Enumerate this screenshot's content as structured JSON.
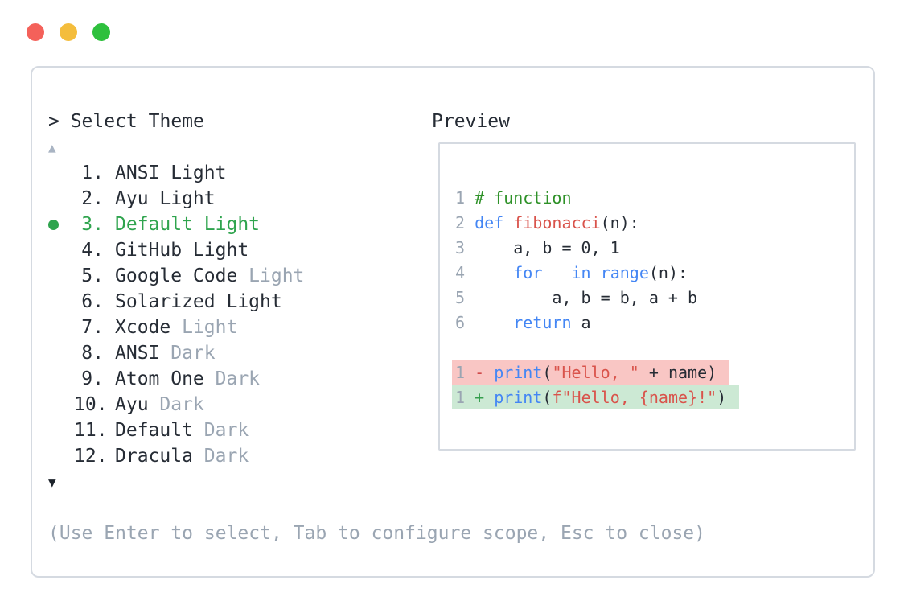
{
  "colors": {
    "text": "#262c35",
    "muted": "#9aa5b2",
    "border": "#d5dae1",
    "accent_green": "#2fa44e",
    "arrow_muted": "#a9b4c3",
    "arrow_dark": "#1d232b",
    "code_keyword": "#4486f4",
    "code_comment": "#2e9128",
    "code_name": "#d9534b",
    "code_string": "#d9534b",
    "diff_removed_bg": "#f9c6c4",
    "diff_added_bg": "#cce9d4",
    "diff_removed_fg": "#d04a4a",
    "diff_added_fg": "#359e4d",
    "traffic_red": "#f4615a",
    "traffic_yellow": "#f4bd3c",
    "traffic_green": "#2ec03d"
  },
  "selector": {
    "prompt": "> Select Theme",
    "scroll_up_icon": "▲",
    "scroll_down_icon": "▼",
    "help_text": "(Use Enter to select, Tab to configure scope, Esc to close)",
    "items": [
      {
        "number": "1.",
        "text": "ANSI Light",
        "muted": "",
        "selected": false
      },
      {
        "number": "2.",
        "text": "Ayu Light",
        "muted": "",
        "selected": false
      },
      {
        "number": "3.",
        "text": "Default Light",
        "muted": "",
        "selected": true
      },
      {
        "number": "4.",
        "text": "GitHub Light",
        "muted": "",
        "selected": false
      },
      {
        "number": "5.",
        "text": "Google Code",
        "muted": "Light",
        "selected": false
      },
      {
        "number": "6.",
        "text": "Solarized Light",
        "muted": "",
        "selected": false
      },
      {
        "number": "7.",
        "text": "Xcode",
        "muted": "Light",
        "selected": false
      },
      {
        "number": "8.",
        "text": "ANSI",
        "muted": "Dark",
        "selected": false
      },
      {
        "number": "9.",
        "text": "Atom One",
        "muted": "Dark",
        "selected": false
      },
      {
        "number": "10.",
        "text": "Ayu",
        "muted": "Dark",
        "selected": false
      },
      {
        "number": "11.",
        "text": "Default",
        "muted": "Dark",
        "selected": false
      },
      {
        "number": "12.",
        "text": "Dracula",
        "muted": "Dark",
        "selected": false
      }
    ]
  },
  "preview": {
    "title": "Preview",
    "lines": [
      {
        "num": "1",
        "sign": "",
        "hl": "",
        "tokens": [
          {
            "t": "# function",
            "c": "com"
          }
        ]
      },
      {
        "num": "2",
        "sign": "",
        "hl": "",
        "tokens": [
          {
            "t": "def ",
            "c": "kw"
          },
          {
            "t": "fibonacci",
            "c": "fn"
          },
          {
            "t": "(n):",
            "c": "pl"
          }
        ]
      },
      {
        "num": "3",
        "sign": "",
        "hl": "",
        "tokens": [
          {
            "t": "    a, b = 0, 1",
            "c": "pl"
          }
        ]
      },
      {
        "num": "4",
        "sign": "",
        "hl": "",
        "tokens": [
          {
            "t": "    ",
            "c": "pl"
          },
          {
            "t": "for",
            "c": "kw"
          },
          {
            "t": " _ ",
            "c": "pl"
          },
          {
            "t": "in",
            "c": "kw"
          },
          {
            "t": " ",
            "c": "pl"
          },
          {
            "t": "range",
            "c": "kw"
          },
          {
            "t": "(n):",
            "c": "pl"
          }
        ]
      },
      {
        "num": "5",
        "sign": "",
        "hl": "",
        "tokens": [
          {
            "t": "        a, b = b, a + b",
            "c": "pl"
          }
        ]
      },
      {
        "num": "6",
        "sign": "",
        "hl": "",
        "tokens": [
          {
            "t": "    ",
            "c": "pl"
          },
          {
            "t": "return",
            "c": "kw"
          },
          {
            "t": " a",
            "c": "pl"
          }
        ]
      },
      {
        "num": "",
        "sign": "",
        "hl": "",
        "tokens": []
      },
      {
        "num": "1",
        "sign": "-",
        "hl": "removed",
        "tokens": [
          {
            "t": "print",
            "c": "kw"
          },
          {
            "t": "(",
            "c": "pl"
          },
          {
            "t": "\"Hello, \"",
            "c": "str"
          },
          {
            "t": " + name)",
            "c": "pl"
          }
        ]
      },
      {
        "num": "1",
        "sign": "+",
        "hl": "added",
        "tokens": [
          {
            "t": "print",
            "c": "kw"
          },
          {
            "t": "(",
            "c": "pl"
          },
          {
            "t": "f\"Hello, {name}!\"",
            "c": "str"
          },
          {
            "t": ")",
            "c": "pl"
          }
        ]
      }
    ]
  }
}
